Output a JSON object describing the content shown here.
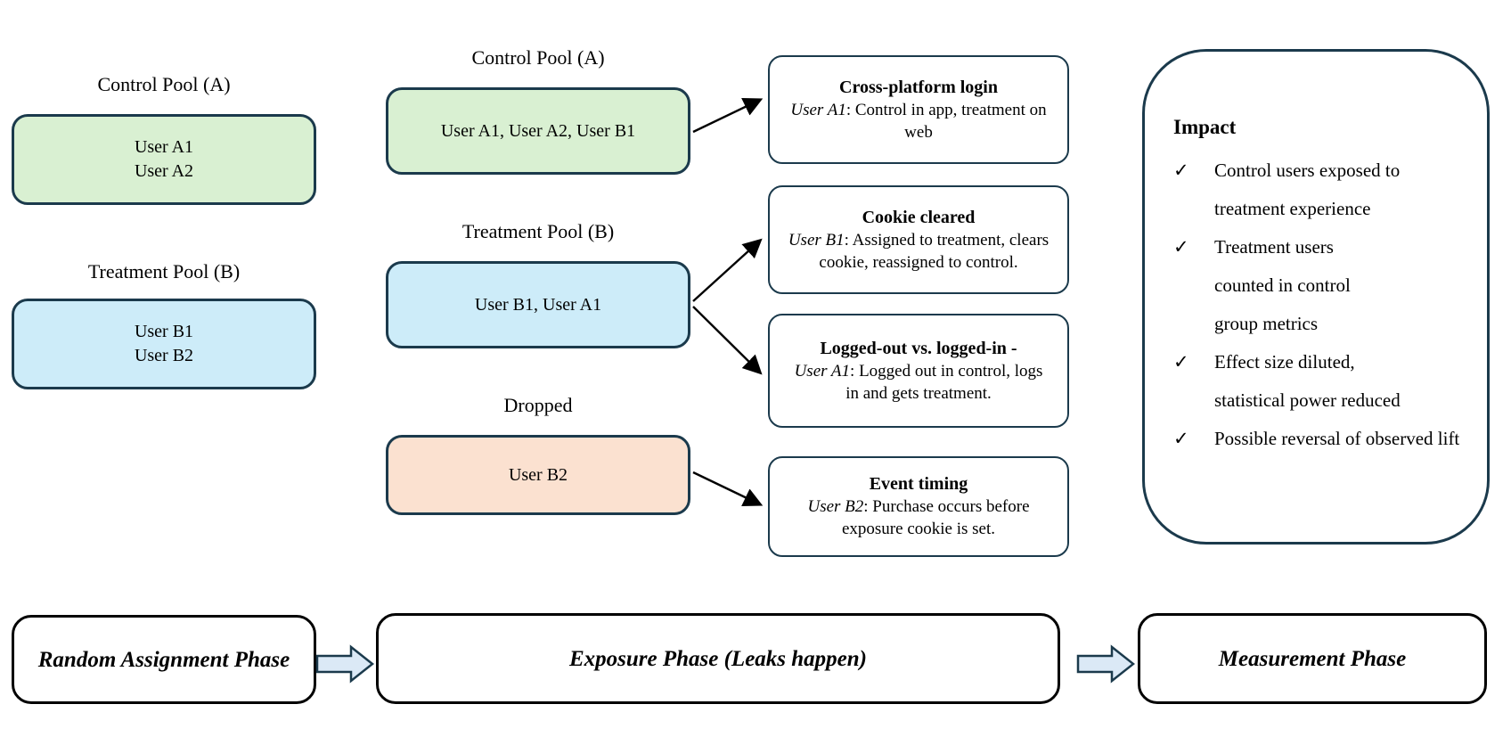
{
  "colors": {
    "border_navy": "#1b3a4c",
    "pool_green": "#d9f0d2",
    "pool_blue": "#cdecf9",
    "pool_peach": "#fbe1d0",
    "phase_arrow_fill": "#dbe9f6"
  },
  "assignment_column": {
    "control": {
      "title": "Control Pool (A)",
      "users": [
        "User A1",
        "User A2"
      ]
    },
    "treatment": {
      "title": "Treatment Pool (B)",
      "users": [
        "User B1",
        "User B2"
      ]
    }
  },
  "exposure_column": {
    "control": {
      "title": "Control Pool (A)",
      "users": "User A1, User A2, User B1"
    },
    "treatment": {
      "title": "Treatment Pool (B)",
      "users": "User B1, User A1"
    },
    "dropped": {
      "title": "Dropped",
      "users": "User B2"
    }
  },
  "leaks": [
    {
      "title": "Cross-platform login",
      "user": "User A1",
      "desc": ": Control in app, treatment on web"
    },
    {
      "title": "Cookie cleared",
      "user": "User B1",
      "desc": ": Assigned to treatment, clears cookie, reassigned to control."
    },
    {
      "title": "Logged-out vs. logged-in  -",
      "user": "User A1",
      "desc": ": Logged out in control, logs in and gets treatment."
    },
    {
      "title": "Event timing",
      "user": "User B2",
      "desc": ": Purchase occurs before exposure cookie is set."
    }
  ],
  "impact": {
    "heading": "Impact",
    "check": "✓",
    "items": [
      "Control users exposed to treatment experience",
      "Treatment users counted in control group metrics",
      "Effect size diluted, statistical power reduced",
      "Possible reversal of observed lift"
    ]
  },
  "phases": [
    {
      "label": "Random Assignment Phase"
    },
    {
      "label": "Exposure Phase (Leaks happen)"
    },
    {
      "label": "Measurement Phase"
    }
  ]
}
